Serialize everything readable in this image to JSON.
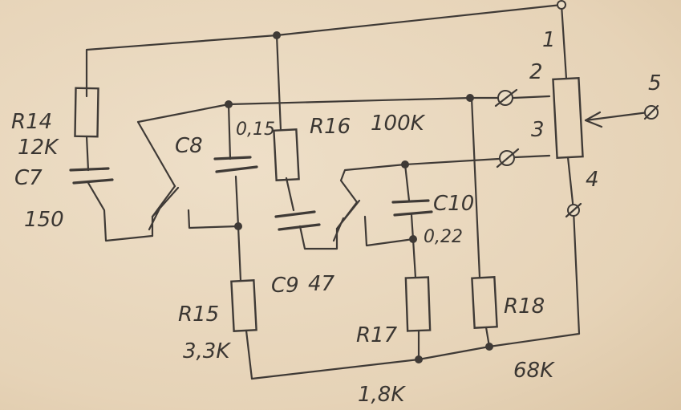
{
  "labels": {
    "r14": "R14",
    "r14_value": "12K",
    "c7": "C7",
    "c7_value": "150",
    "c8": "C8",
    "c8_value": "0,15",
    "r16": "R16",
    "r16_value": "100K",
    "c9": "C9",
    "c9_value": "47",
    "c10": "C10",
    "c10_value": "0,22",
    "r15": "R15",
    "r15_value": "3,3K",
    "r17": "R17",
    "r17_value": "1,8K",
    "r18": "R18",
    "r18_value": "68K",
    "pin1": "1",
    "pin2": "2",
    "pin3": "3",
    "pin4": "4",
    "pin5": "5"
  }
}
